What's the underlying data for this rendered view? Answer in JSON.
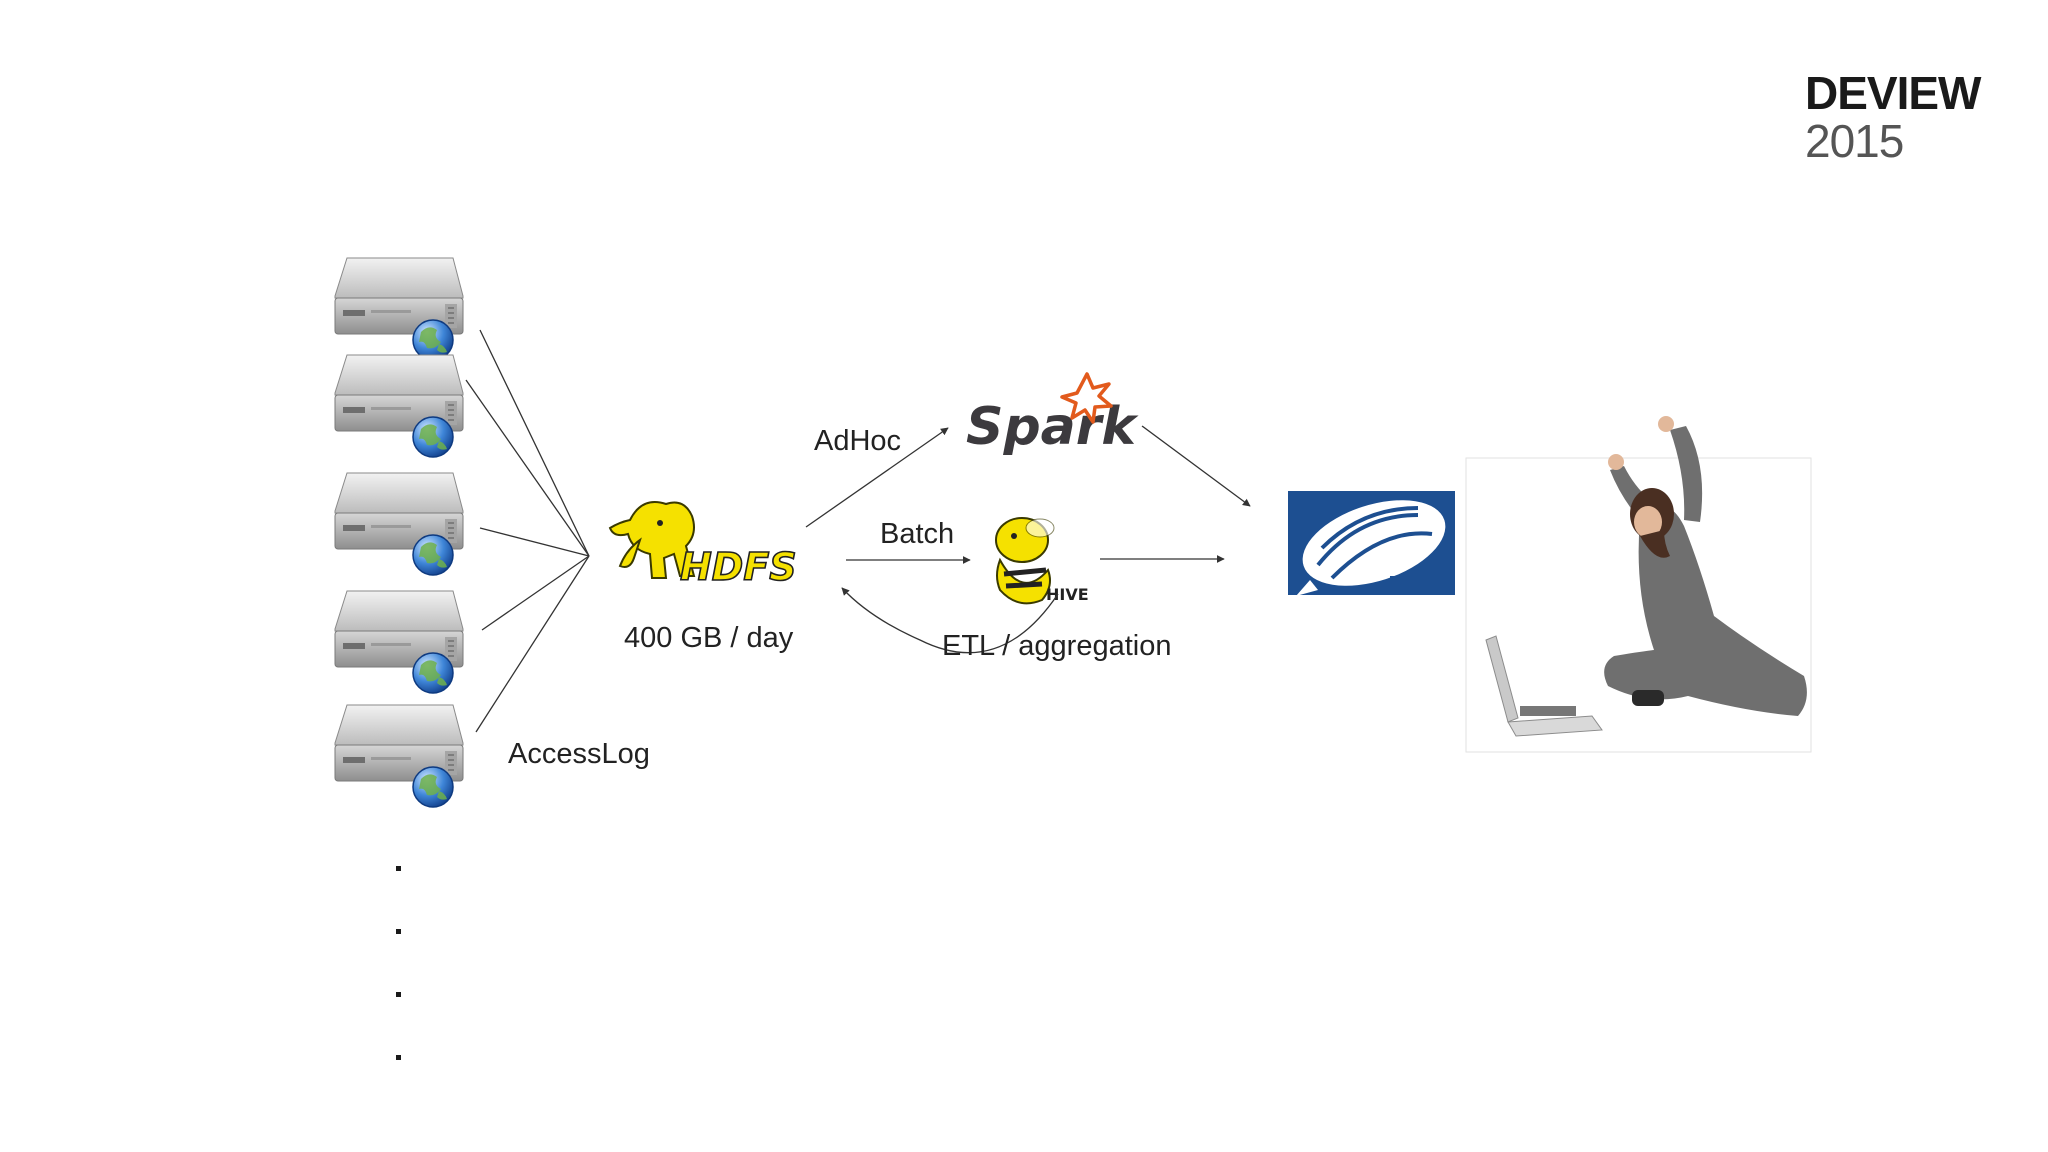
{
  "branding": {
    "name": "DEVIEW",
    "year": "2015"
  },
  "labels": {
    "access_log": "AccessLog",
    "throughput": "400 GB / day",
    "adhoc": "AdHoc",
    "batch": "Batch",
    "etl": "ETL / aggregation"
  },
  "logos": {
    "hdfs": "HDFS",
    "spark": "Spark",
    "hive": "HIVE"
  },
  "icons": {
    "server": "web-server-icon",
    "globe": "globe-icon",
    "hdfs": "hdfs-elephant-logo",
    "spark": "spark-logo",
    "hive": "hive-bee-logo",
    "zeppelin": "zeppelin-airship-logo",
    "user": "happy-user-photo"
  },
  "colors": {
    "hadoop_yellow": "#f5e100",
    "spark_orange": "#e25a1c",
    "zeppelin_blue": "#1d4f91"
  }
}
